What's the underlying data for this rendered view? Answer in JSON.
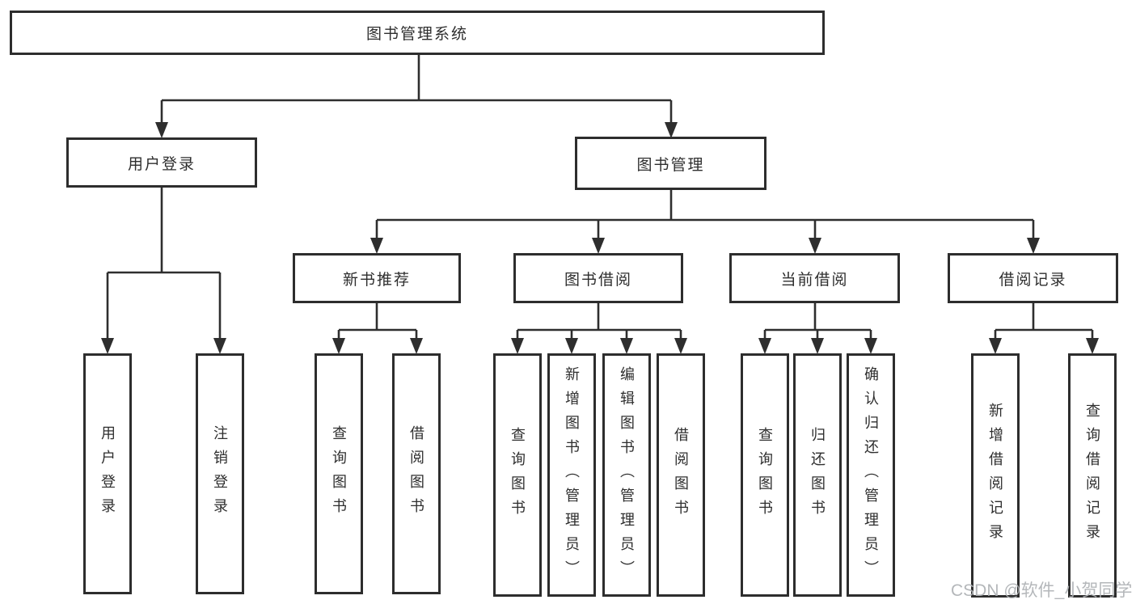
{
  "nodes": {
    "root": {
      "label": "图书管理系统"
    },
    "user_login": {
      "label": "用户登录",
      "children": [
        {
          "label": "用户登录"
        },
        {
          "label": "注销登录"
        }
      ]
    },
    "book_management": {
      "label": "图书管理",
      "children": [
        {
          "label": "新书推荐",
          "children": [
            {
              "label": "查询图书"
            },
            {
              "label": "借阅图书"
            }
          ]
        },
        {
          "label": "图书借阅",
          "children": [
            {
              "label": "查询图书"
            },
            {
              "label": "新增图书（管理员）"
            },
            {
              "label": "编辑图书（管理员）"
            },
            {
              "label": "借阅图书"
            }
          ]
        },
        {
          "label": "当前借阅",
          "children": [
            {
              "label": "查询图书"
            },
            {
              "label": "归还图书"
            },
            {
              "label": "确认归还（管理员）"
            }
          ]
        },
        {
          "label": "借阅记录",
          "children": [
            {
              "label": "新增借阅记录"
            },
            {
              "label": "查询借阅记录"
            }
          ]
        }
      ]
    }
  },
  "watermark": {
    "text": "CSDN @软件_小贺同学"
  },
  "colors": {
    "line": "#2e2e2e",
    "box_border": "#2d2d2d",
    "box_fill": "#ffffff",
    "text": "#2e2e2e",
    "watermark": "#aeb1b4"
  }
}
